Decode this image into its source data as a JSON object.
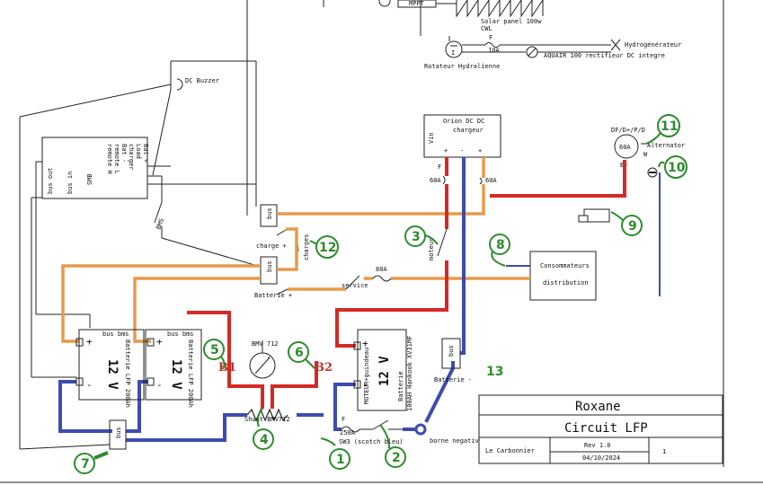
{
  "labels": {
    "mppt": "MPPT",
    "solar": "Solar panel 100w",
    "solar_sub": "CWL",
    "hydrogen": "Hydrogénérateur",
    "rotateur": "Rotateur Hydralienne",
    "fuse_10": "F",
    "fuse_10_value": "10A",
    "aquair": "AQUAIR 100 rectifieur DC integre",
    "dc_buzzer": "DC Buzzer",
    "orion": "Orion DC DC",
    "chargeur": "chargeur",
    "plus": "+",
    "minus": "-",
    "fuse_60_f": "F",
    "fuse_60_a": "60A",
    "fuse_60_b": "60A",
    "alternator_pins": "DF/D+/P/D",
    "alternator_amp": "60A",
    "alternator": "Alternator",
    "w": "W",
    "bplus": "B+",
    "bms_lines": [
      "bus out",
      "bus in",
      "SMB",
      "Bat +",
      "Load",
      "charger",
      "Bat -",
      "remote L",
      "remote H"
    ],
    "bus": "bus",
    "bus_charge": "charge +",
    "bus_batterie": "Batterie +",
    "bms_switch": "BMS",
    "charges": "charges",
    "fuse_80": "80A",
    "service": "service",
    "moteur": "moteur",
    "consommateurs": "Consommateurs",
    "distribution": "distribution",
    "bms_small": "bus bms",
    "bat_lfp_1": "Batterie LFP 200Ah",
    "bat_lfp_2": "Batterie LFP 200Ah",
    "twelve_v": "12 V",
    "bmv": "BMV 712",
    "shunt": "Shunt BMV712",
    "moteur_bat": "MOTEUR+guindeau",
    "hankook": "100AH Hankook XV31MF",
    "batterie": "Batterie",
    "bus_batterie_minus": "Batterie -",
    "fuse_250_f": "F",
    "fuse_250": "250A",
    "sw3": "SW3 (scotch bleu)",
    "borne": "borne negative",
    "b1": "B1",
    "b2": "B2"
  },
  "callouts": [
    "1",
    "2",
    "3",
    "4",
    "5",
    "6",
    "7",
    "8",
    "9",
    "10",
    "11",
    "12",
    "13"
  ],
  "title_block": {
    "name": "Roxane",
    "subtitle": "Circuit LFP",
    "author": "Le Carbonnier",
    "rev": "Rev 1.0",
    "date": "04/10/2024",
    "sheet": "1"
  }
}
